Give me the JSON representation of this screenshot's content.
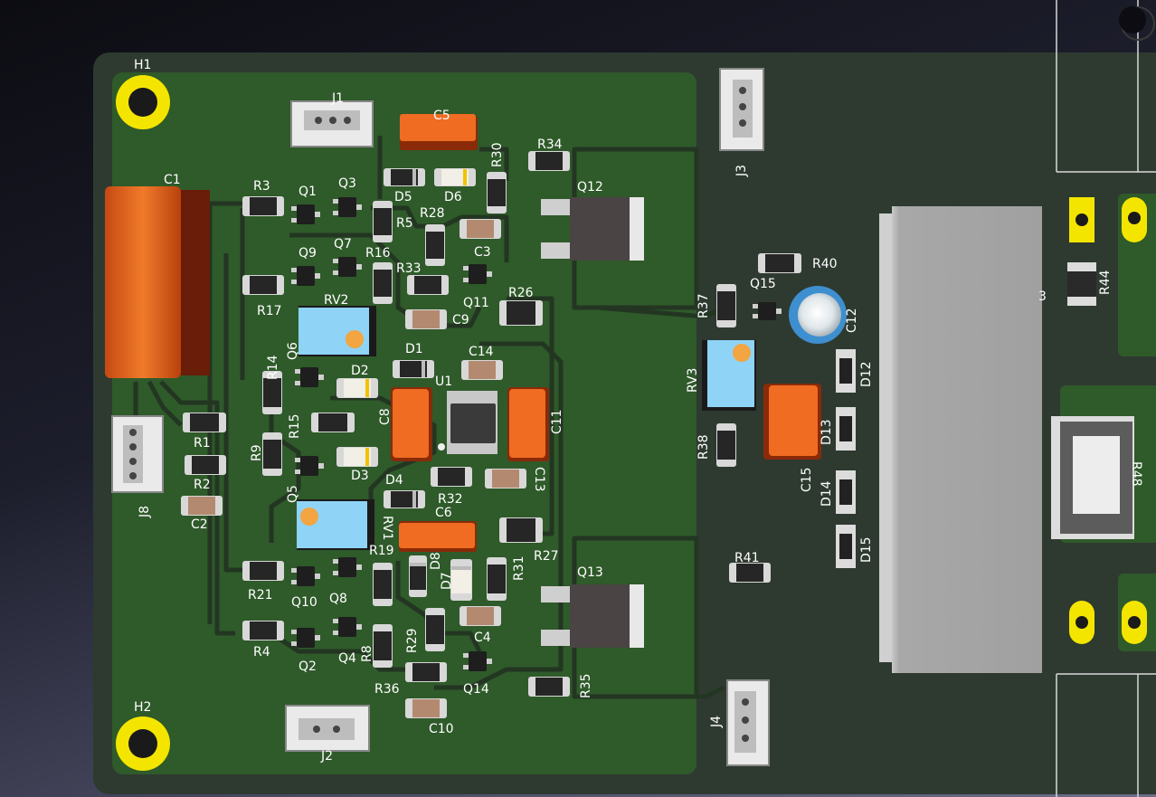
{
  "colors": {
    "board_dark": "#2e3a30",
    "copper_pour": "#2f5a2a",
    "trace": "#283a26",
    "pad_silver": "#d8d8d8",
    "component_body": "#1e1e1e",
    "electrolytic_blue": "#3e8fd0",
    "trimmer_blue": "#8fd3f7",
    "film_cap_orange": "#ef6c22",
    "mounting_hole_gold": "#f4e500",
    "heatsink_gray": "#a5a5a5",
    "silkscreen": "#ffffff"
  },
  "refs": {
    "H1": "H1",
    "H2": "H2",
    "J1": "J1",
    "J2": "J2",
    "J3": "J3",
    "J4": "J4",
    "J8": "J8",
    "C1": "C1",
    "C2": "C2",
    "C3": "C3",
    "C4": "C4",
    "C5": "C5",
    "C6": "C6",
    "C8": "C8",
    "C9": "C9",
    "C10": "C10",
    "C11": "C11",
    "C12": "C12",
    "C13": "C13",
    "C14": "C14",
    "C15": "C15",
    "R1": "R1",
    "R2": "R2",
    "R3": "R3",
    "R4": "R4",
    "R5": "R5",
    "R8": "R8",
    "R9": "R9",
    "R14": "R14",
    "R15": "R15",
    "R16": "R16",
    "R17": "R17",
    "R19": "R19",
    "R21": "R21",
    "R26": "R26",
    "R27": "R27",
    "R28": "R28",
    "R29": "R29",
    "R30": "R30",
    "R31": "R31",
    "R32": "R32",
    "R33": "R33",
    "R34": "R34",
    "R35": "R35",
    "R36": "R36",
    "R37": "R37",
    "R38": "R38",
    "R40": "R40",
    "R41": "R41",
    "R44": "R44",
    "R48": "R48",
    "Q1": "Q1",
    "Q2": "Q2",
    "Q3": "Q3",
    "Q4": "Q4",
    "Q5": "Q5",
    "Q6": "Q6",
    "Q7": "Q7",
    "Q8": "Q8",
    "Q9": "Q9",
    "Q10": "Q10",
    "Q11": "Q11",
    "Q12": "Q12",
    "Q13": "Q13",
    "Q14": "Q14",
    "Q15": "Q15",
    "D1": "D1",
    "D2": "D2",
    "D3": "D3",
    "D4": "D4",
    "D5": "D5",
    "D6": "D6",
    "D7": "D7",
    "D8": "D8",
    "D12": "D12",
    "D13": "D13",
    "D14": "D14",
    "D15": "D15",
    "U1": "U1",
    "RV1": "RV1",
    "RV2": "RV2",
    "RV3": "RV3",
    "B": "3"
  }
}
